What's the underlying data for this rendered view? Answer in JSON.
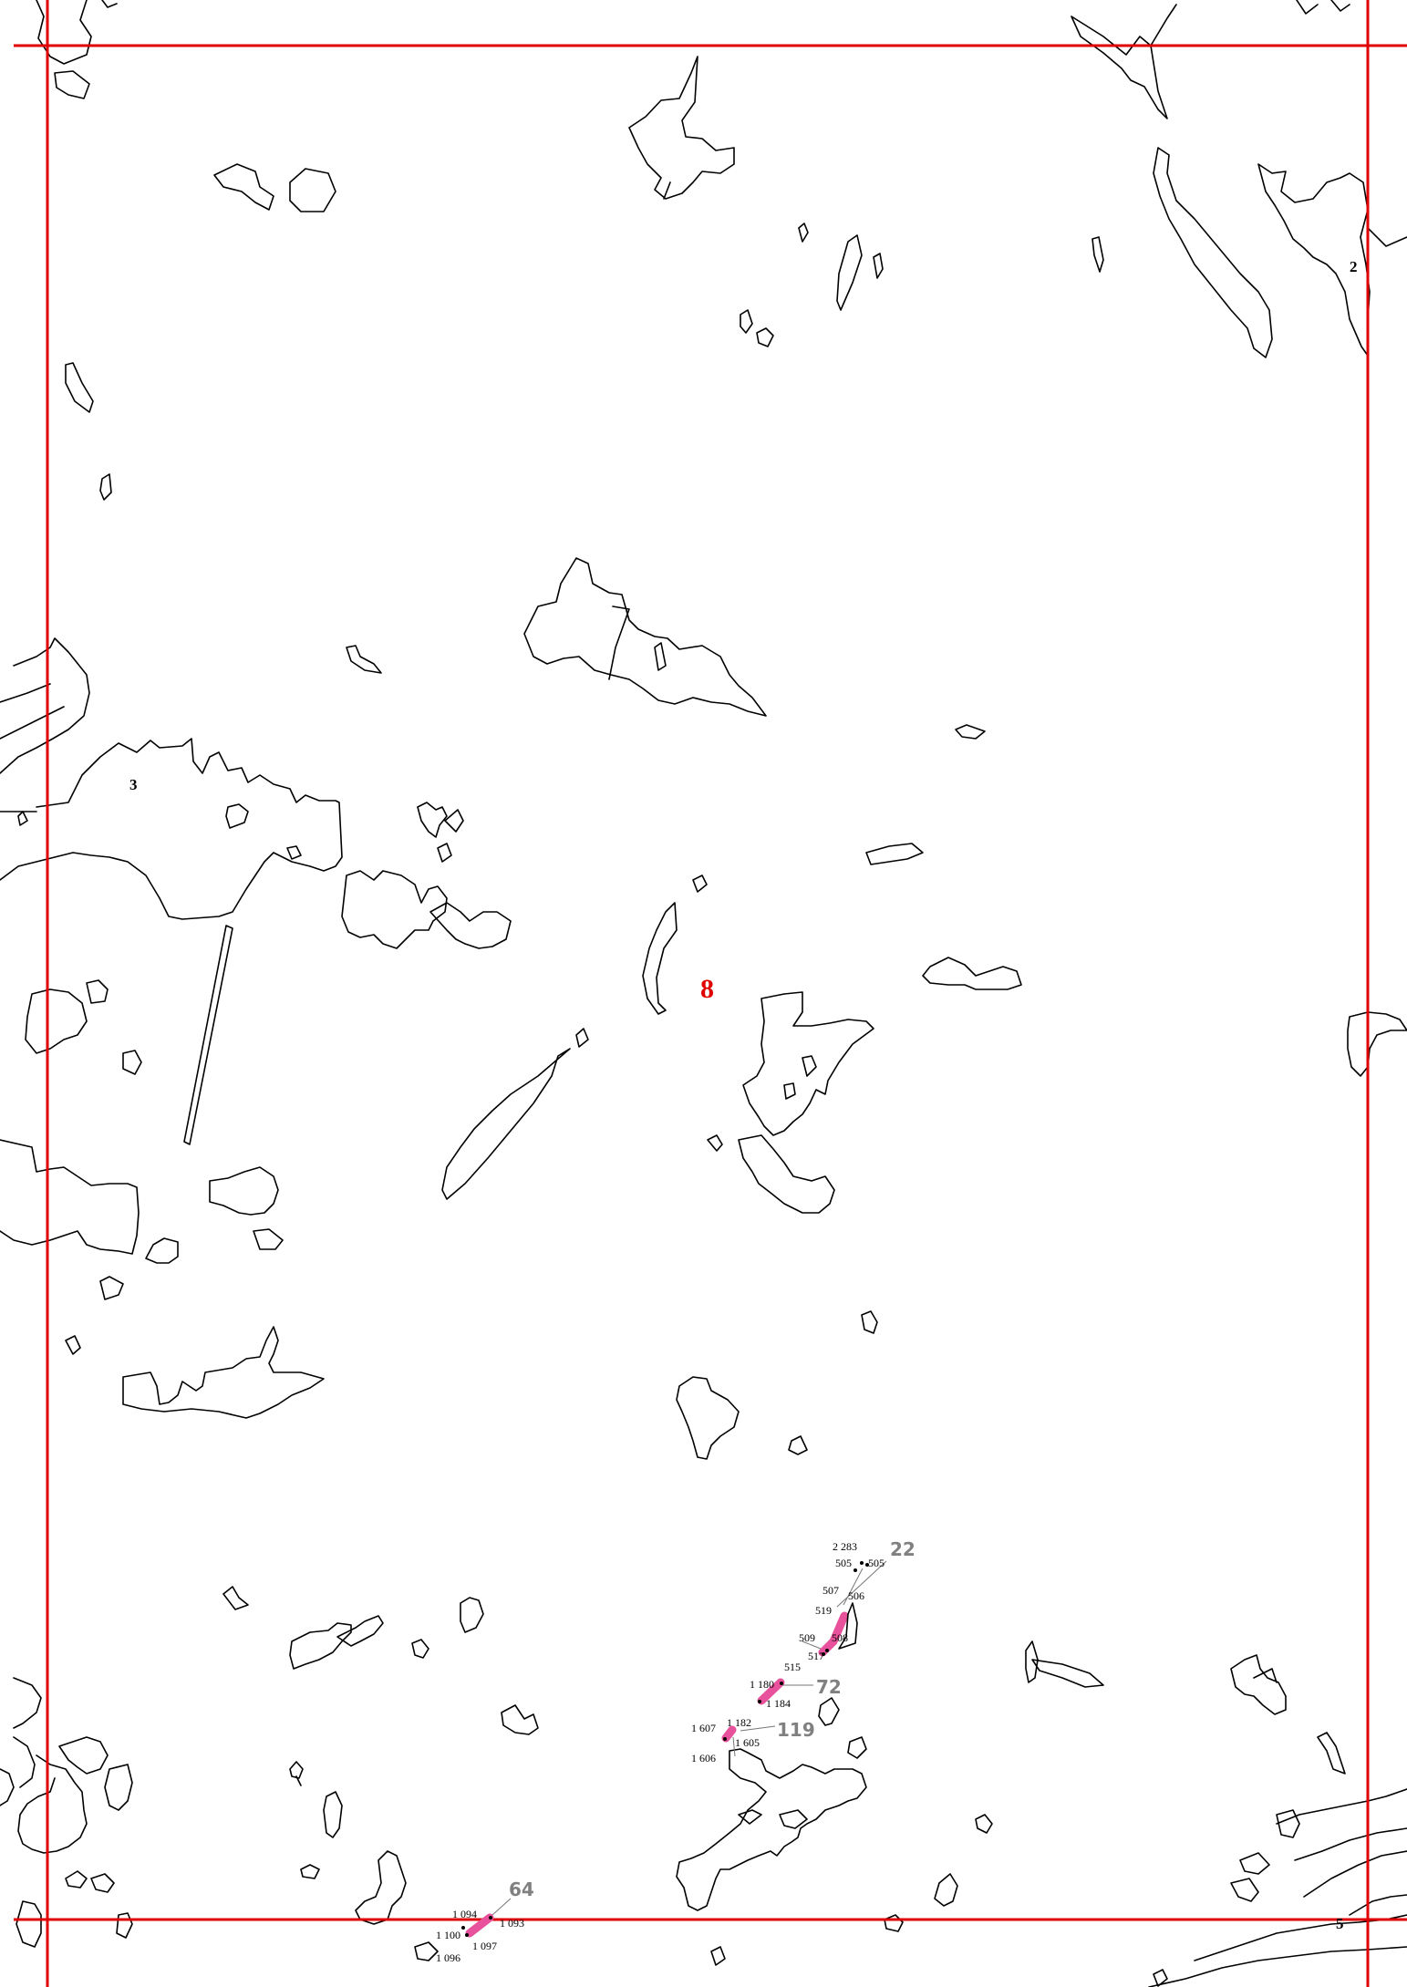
{
  "map": {
    "sheet_number": "8",
    "adjacent_sheets": {
      "top_right": "2",
      "left": "3",
      "bottom_right": "5"
    },
    "colors": {
      "grid": "#e00000",
      "highlight": "#e8519b",
      "label": "#808080",
      "outline": "#000000"
    }
  },
  "parcels": [
    {
      "id": "22",
      "plots": [
        "2 283",
        "505",
        "505",
        "507",
        "506",
        "519",
        "509",
        "508",
        "517",
        "515"
      ]
    },
    {
      "id": "72",
      "plots": [
        "1 180",
        "1 184"
      ]
    },
    {
      "id": "119",
      "plots": [
        "1 182",
        "1 607",
        "1 605",
        "1 606"
      ]
    },
    {
      "id": "64",
      "plots": [
        "1 094",
        "1 093",
        "1 100",
        "1 097",
        "1 096"
      ]
    }
  ]
}
